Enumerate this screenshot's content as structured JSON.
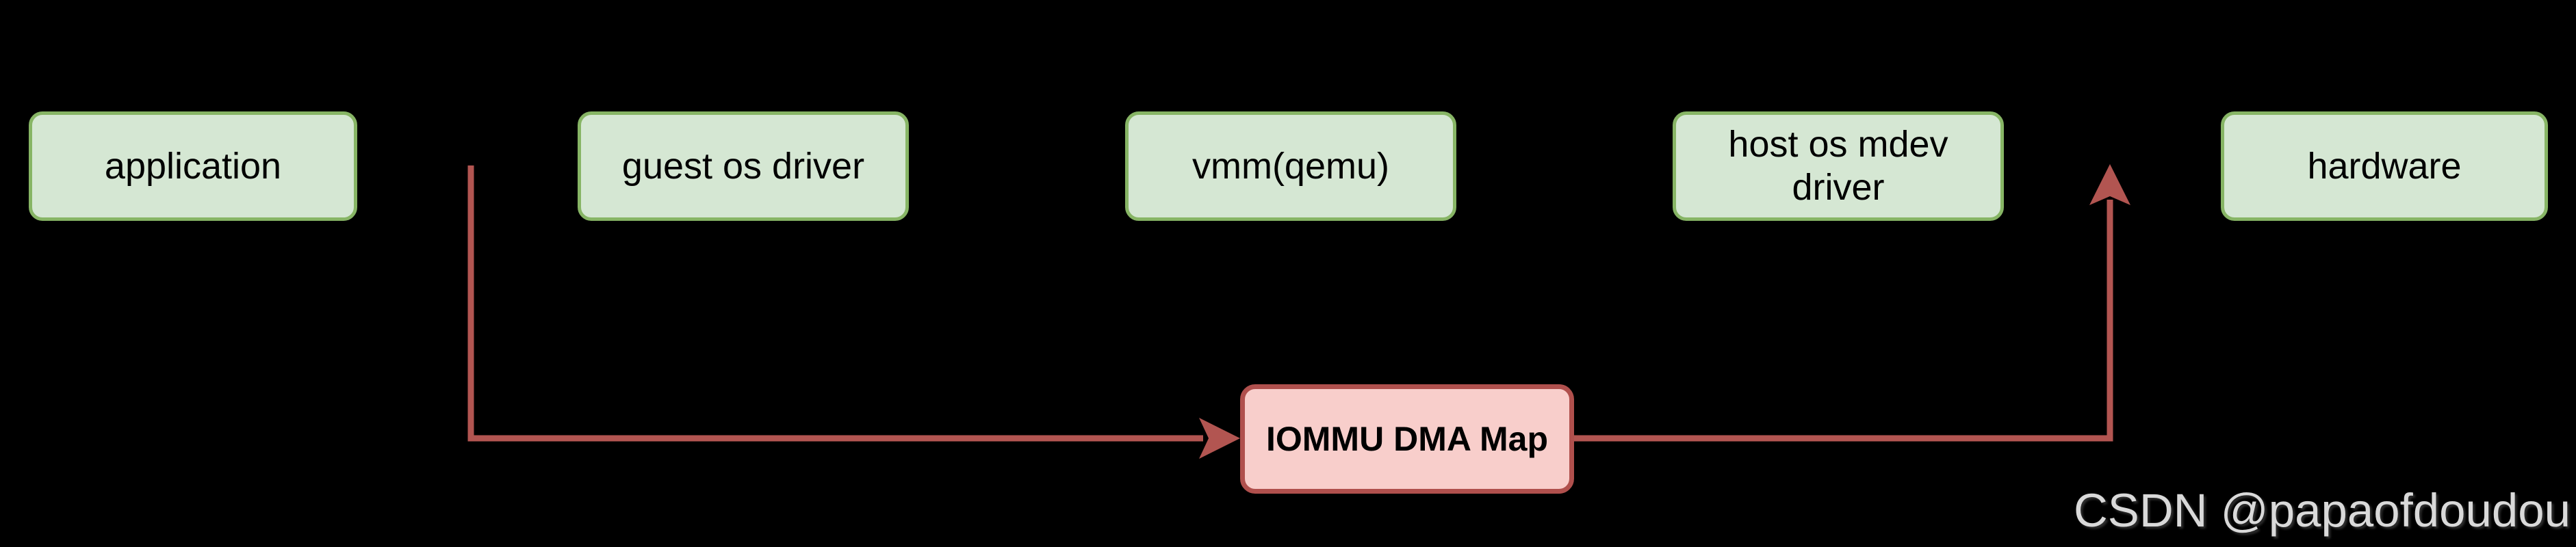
{
  "diagram": {
    "background": "#000000",
    "nodes": [
      {
        "label": "application"
      },
      {
        "label": "guest os driver"
      },
      {
        "label": "vmm(qemu)"
      },
      {
        "label": "host os mdev\ndriver"
      },
      {
        "label": "hardware"
      }
    ],
    "map_node": {
      "label": "IOMMU DMA Map"
    },
    "colors": {
      "node_fill": "#d5e7d3",
      "node_border": "#87b565",
      "map_fill": "#f8cecb",
      "map_border": "#b0504d",
      "arrow": "#b25551",
      "label_text": "#000000",
      "watermark_text": "#d9d9d9"
    },
    "watermark": "CSDN @papaofdoudou"
  }
}
